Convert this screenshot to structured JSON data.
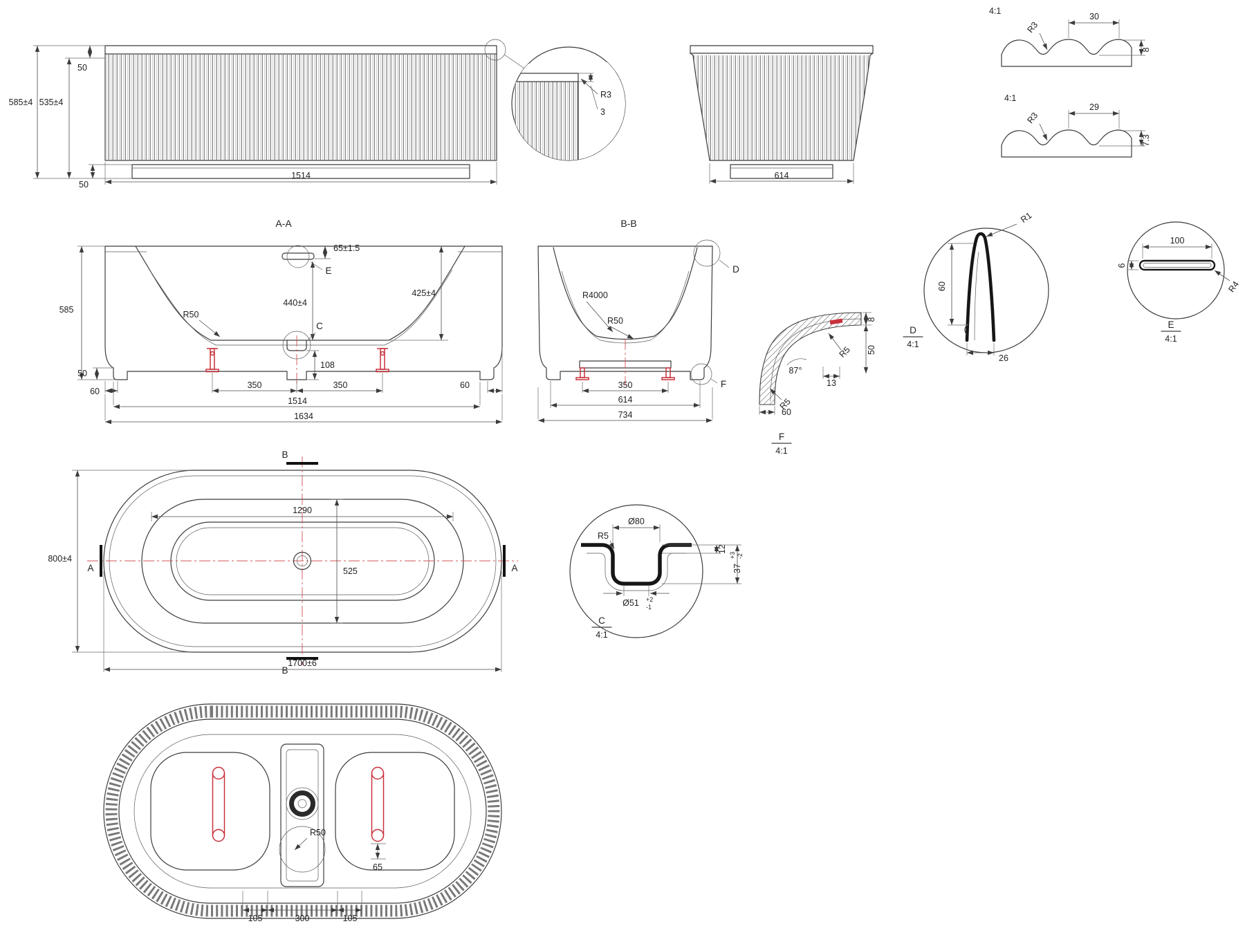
{
  "drawing": {
    "line_color": "#3c3c3c",
    "accent_red": "#c8303a"
  },
  "front_view": {
    "dim_50_top": "50",
    "dim_585": "585±4",
    "dim_535": "535±4",
    "dim_50_bottom": "50",
    "dim_1514": "1514",
    "detail_r3": "R3",
    "detail_3": "3"
  },
  "side_view": {
    "dim_614": "614"
  },
  "flute_detail_top": {
    "scale": "4:1",
    "dim_30": "30",
    "dim_r3": "R3",
    "dim_8": "8"
  },
  "flute_detail_bottom": {
    "scale": "4:1",
    "dim_29": "29",
    "dim_r3": "R3",
    "dim_73": "7.3"
  },
  "section_aa": {
    "title": "A-A",
    "dim_585": "585",
    "dim_65": "65±1.5",
    "label_e": "E",
    "dim_440": "440±4",
    "dim_425": "425±4",
    "dim_r50": "R50",
    "label_c": "C",
    "dim_50": "50",
    "dim_108": "108",
    "dim_60_left": "60",
    "dim_350_left": "350",
    "dim_350_right": "350",
    "dim_60_right": "60",
    "dim_1514": "1514",
    "dim_1634": "1634"
  },
  "section_bb": {
    "title": "B-B",
    "dim_r4000": "R4000",
    "dim_r50": "R50",
    "label_d": "D",
    "label_f": "F",
    "dim_350": "350",
    "dim_614": "614",
    "dim_734": "734"
  },
  "detail_f": {
    "label": "F",
    "scale": "4:1",
    "dim_8": "8",
    "dim_50": "50",
    "dim_r5_top": "R5",
    "dim_87": "87°",
    "dim_13": "13",
    "dim_r5_bottom": "R5",
    "dim_60": "60"
  },
  "detail_d": {
    "label": "D",
    "scale": "4:1",
    "dim_r1": "R1",
    "dim_60": "60",
    "dim_26": "26"
  },
  "detail_e": {
    "label": "E",
    "scale": "4:1",
    "dim_100": "100",
    "dim_6": "6",
    "dim_r4": "R4"
  },
  "detail_c": {
    "label": "C",
    "scale": "4:1",
    "dim_d80": "Ø80",
    "dim_r5": "R5",
    "dim_12": "12",
    "dim_37": "37",
    "tol_37_plus": "+3",
    "tol_37_minus": "-2",
    "dim_d51": "Ø51",
    "tol_51_plus": "+2",
    "tol_51_minus": "-1"
  },
  "plan_view": {
    "dim_800": "800±4",
    "dim_1290": "1290",
    "dim_525": "525",
    "dim_1700": "1700±6",
    "label_a_left": "A",
    "label_a_right": "A",
    "label_b_top": "B",
    "label_b_bottom": "B"
  },
  "bottom_view": {
    "dim_r50": "R50",
    "dim_65": "65",
    "dim_105_left": "105",
    "dim_300": "300",
    "dim_105_right": "105"
  }
}
